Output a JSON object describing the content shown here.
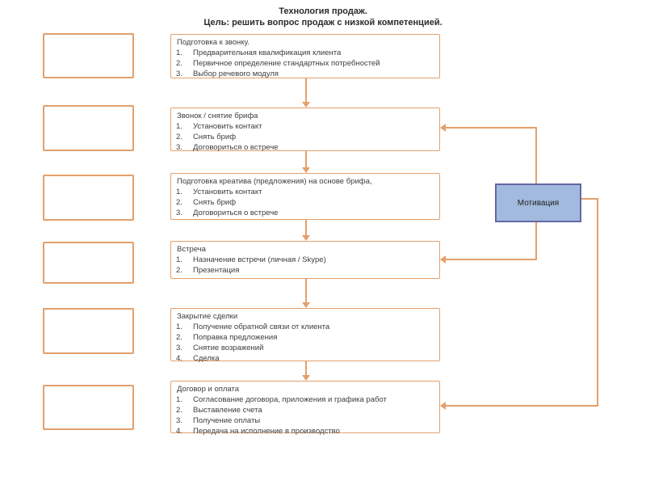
{
  "title": {
    "line1": "Технология продаж.",
    "line2": "Цель: решить вопрос продаж с низкой компетенцией."
  },
  "colors": {
    "accent_orange": "#e3a06c",
    "motivation_fill": "#a2bade",
    "motivation_border": "#6467a5"
  },
  "steps": [
    {
      "heading": "Подготовка к звонку.",
      "items": [
        "Предварительная квалификация клиента",
        "Первичное определение стандартных потребностей",
        "Выбор речевого модуля"
      ]
    },
    {
      "heading": "Звонок / снятие брифа",
      "items": [
        "Установить контакт",
        "Снять бриф",
        "Договориться о встрече"
      ]
    },
    {
      "heading": "Подготовка креатива (предложения) на основе брифа,",
      "items": [
        "Установить контакт",
        "Снять бриф",
        "Договориться о встрече"
      ]
    },
    {
      "heading": "Встреча",
      "items": [
        "Назначение встречи (личная / Skype)",
        "Презентация"
      ]
    },
    {
      "heading": "Закрытие сделки",
      "items": [
        "Получение обратной связи от клиента",
        "Поправка предложения",
        "Снятие возражений",
        "Сделка"
      ]
    },
    {
      "heading": "Договор и оплата",
      "items": [
        "Согласование договора, приложения и графика работ",
        "Выставление счета",
        "Получение оплаты",
        "Передача на исполнение в производство"
      ]
    }
  ],
  "motivation": {
    "label": "Мотивация"
  }
}
